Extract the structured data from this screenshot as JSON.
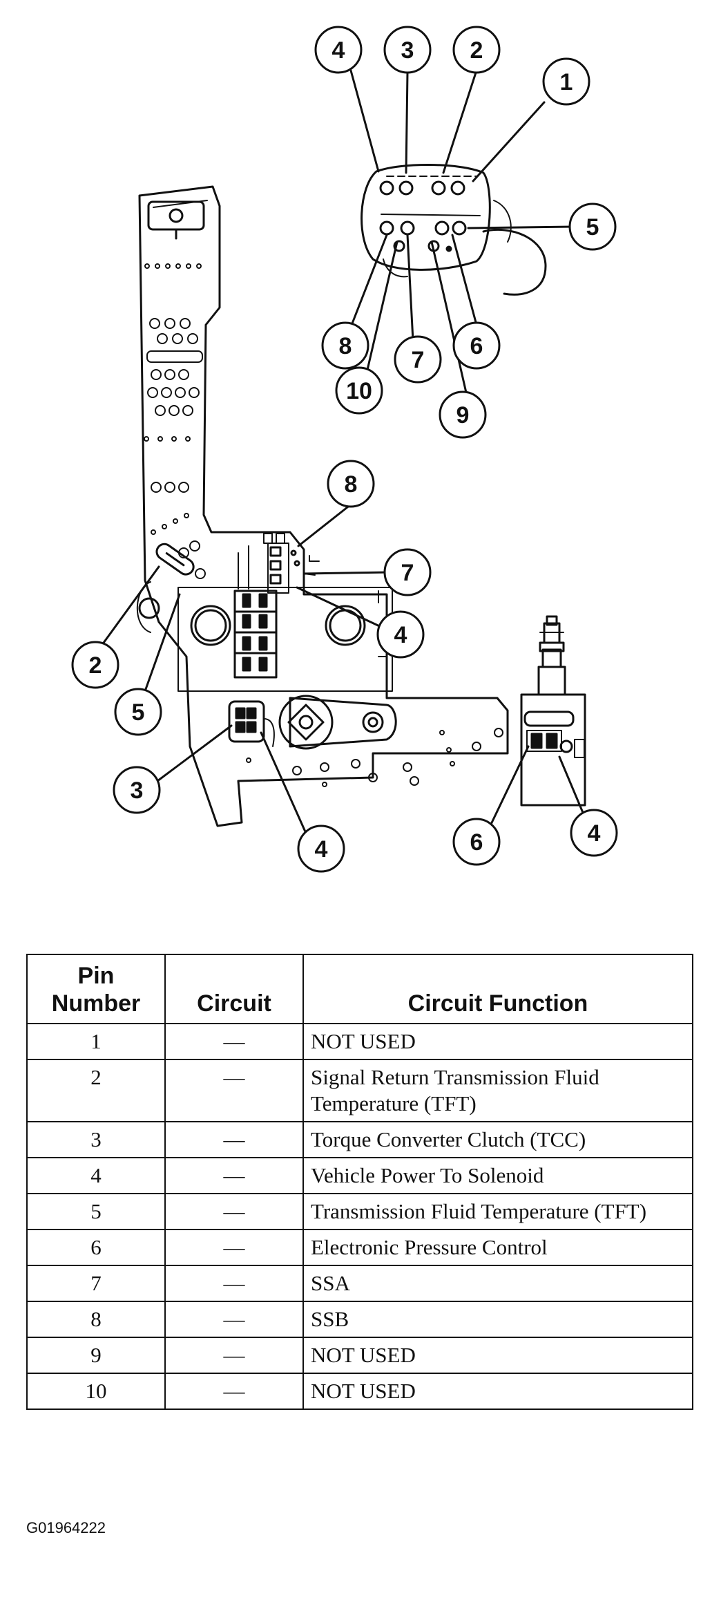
{
  "diagram": {
    "callouts": {
      "connector_1": "1",
      "connector_2": "2",
      "connector_3": "3",
      "connector_4": "4",
      "connector_5": "5",
      "connector_6": "6",
      "connector_7": "7",
      "connector_8": "8",
      "connector_9": "9",
      "connector_10": "10",
      "harness_2": "2",
      "harness_5": "5",
      "harness_8": "8",
      "harness_7": "7",
      "harness_4_upper": "4",
      "harness_3": "3",
      "harness_4_lower": "4",
      "harness_6": "6",
      "harness_4_right": "4"
    }
  },
  "table": {
    "headers": {
      "pin": "Pin Number",
      "circuit": "Circuit",
      "function": "Circuit Function"
    },
    "rows": [
      {
        "pin": "1",
        "circuit": "—",
        "function": "NOT USED"
      },
      {
        "pin": "2",
        "circuit": "—",
        "function": "Signal Return Transmission Fluid Temperature (TFT)"
      },
      {
        "pin": "3",
        "circuit": "—",
        "function": "Torque Converter Clutch (TCC)"
      },
      {
        "pin": "4",
        "circuit": "—",
        "function": "Vehicle Power To Solenoid"
      },
      {
        "pin": "5",
        "circuit": "—",
        "function": "Transmission Fluid Temperature (TFT)"
      },
      {
        "pin": "6",
        "circuit": "—",
        "function": "Electronic Pressure Control"
      },
      {
        "pin": "7",
        "circuit": "—",
        "function": "SSA"
      },
      {
        "pin": "8",
        "circuit": "—",
        "function": "SSB"
      },
      {
        "pin": "9",
        "circuit": "—",
        "function": "NOT USED"
      },
      {
        "pin": "10",
        "circuit": "—",
        "function": "NOT USED"
      }
    ]
  },
  "figure_id": "G01964222"
}
